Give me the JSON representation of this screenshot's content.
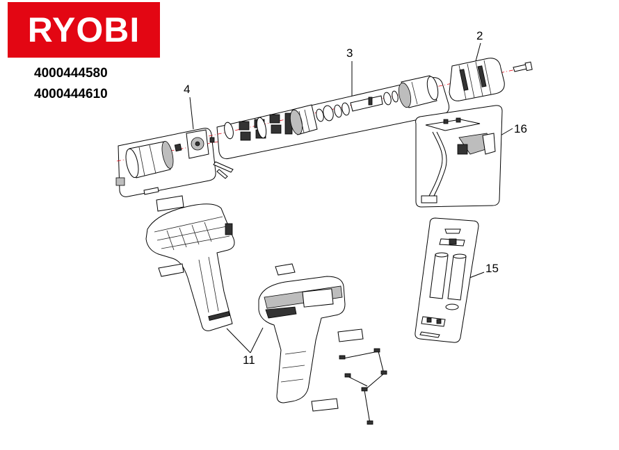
{
  "brand": {
    "logo_text": "RYOBI",
    "logo_color": "#e30613"
  },
  "models": [
    "4000444580",
    "4000444610"
  ],
  "callouts": {
    "c2": "2",
    "c3": "3",
    "c4": "4",
    "c11": "11",
    "c15": "15",
    "c16": "16"
  }
}
